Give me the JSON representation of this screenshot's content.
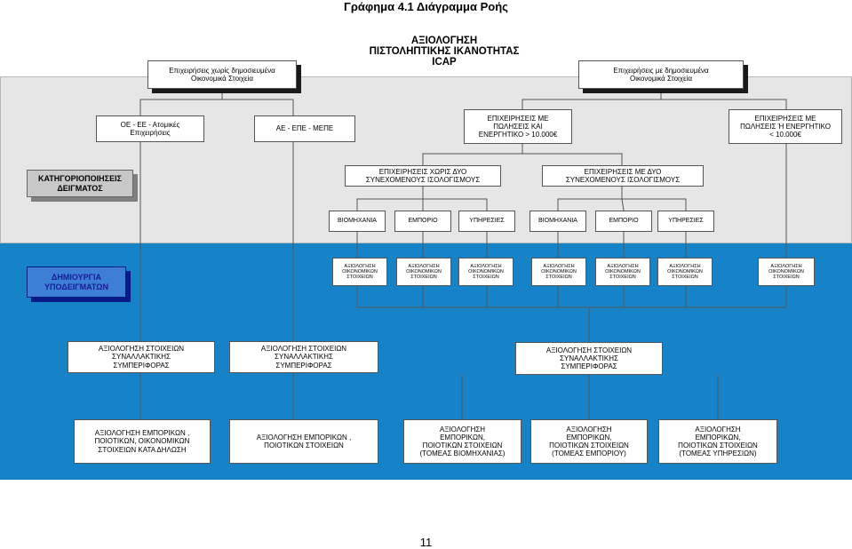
{
  "title": "Γράφημα 4.1 Διάγραμμα Ροής",
  "page_number": "11",
  "center_title": [
    "ΑΞΙΟΛΟΓΗΣΗ",
    "ΠΙΣΤΟΛΗΠΤΙΚΗΣ ΙΚΑΝΟΤΗΤΑΣ",
    "ICAP"
  ],
  "top_left_box": [
    "Επιχειρήσεις χωρίς δημοσιευμένα",
    "Οικονομικά Στοιχεία"
  ],
  "top_right_box": [
    "Επιχειρήσεις με δημοσιευμένα",
    "Οικονομικά Στοιχεία"
  ],
  "level2": {
    "oe_ee": [
      "ΟΕ - ΕΕ - Ατομικές",
      "Επιχειρήσεις"
    ],
    "ae_epe": [
      "ΑΕ - ΕΠΕ - ΜΕΠΕ"
    ],
    "sales_over": [
      "ΕΠΙΧΕΙΡΗΣΕΙΣ ΜΕ",
      "ΠΩΛΗΣΕΙΣ ΚΑΙ",
      "ΕΝΕΡΓΗΤΙΚΟ >  10.000€"
    ],
    "sales_under": [
      "ΕΠΙΧΕΙΡΗΣΕΙΣ ΜΕ",
      "ΠΩΛΗΣΕΙΣ Ή ΕΝΕΡΓΗΤΙΚΟ",
      "<  10.000€"
    ]
  },
  "categorization_label": [
    "ΚΑΤΗΓΟΡΙΟΠΟΙΗΣΕΙΣ",
    "ΔΕΙΓΜΑΤΟΣ"
  ],
  "without_balance": [
    "ΕΠΙΧΕΙΡΗΣΕΙΣ ΧΩΡΙΣ ΔΥΟ",
    "ΣΥΝΕΧΟΜΕΝΟΥΣ ΙΣΟΛΟΓΙΣΜΟΥΣ"
  ],
  "with_balance": [
    "ΕΠΙΧΕΙΡΗΣΕΙΣ ΜΕ ΔΥΟ",
    "ΣΥΝΕΧΟΜΕΝΟΥΣ ΙΣΟΛΟΓΙΣΜΟΥΣ"
  ],
  "sectors": [
    "ΒΙΟΜΗΧΑΝΙΑ",
    "ΕΜΠΟΡΙΟ",
    "ΥΠΗΡΕΣΙΕΣ",
    "ΒΙΟΜΗΧΑΝΙΑ",
    "ΕΜΠΟΡΙΟ",
    "ΥΠΗΡΕΣΙΕΣ"
  ],
  "sample_label": [
    "ΔΗΜΙΟΥΡΓΙΑ",
    "ΥΠΟΔΕΙΓΜΑΤΩΝ"
  ],
  "financial_eval": [
    "ΑΞΙΟΛΟΓΗΣΗ",
    "ΟΙΚΟΝΟΜΙΚΩΝ",
    "ΣΤΟΙΧΕΙΩΝ"
  ],
  "transaction_eval": [
    "ΑΞΙΟΛΟΓΗΣΗ ΣΤΟΙΧΕΙΩΝ",
    "ΣΥΝΑΛΛΑΚΤΙΚΗΣ",
    "ΣΥΜΠΕΡΙΦΟΡΑΣ"
  ],
  "bottom_boxes": [
    [
      "ΑΞΙΟΛΟΓΗΣΗ ΕΜΠΟΡΙΚΩΝ ,",
      "ΠΟΙΟΤΙΚΩΝ, ΟΙΚΟΝΟΜΙΚΩΝ",
      "ΣΤΟΙΧΕΙΩΝ ΚΑΤΑ ΔΗΛΩΣΗ"
    ],
    [
      "ΑΞΙΟΛΟΓΗΣΗ ΕΜΠΟΡΙΚΩΝ ,",
      "ΠΟΙΟΤΙΚΩΝ ΣΤΟΙΧΕΙΩΝ"
    ],
    [
      "ΑΞΙΟΛΟΓΗΣΗ",
      "ΕΜΠΟΡΙΚΩΝ,",
      "ΠΟΙΟΤΙΚΩΝ ΣΤΟΙΧΕΙΩΝ",
      "(ΤΟΜΕΑΣ ΒΙΟΜΗΧΑΝΙΑΣ)"
    ],
    [
      "ΑΞΙΟΛΟΓΗΣΗ",
      "ΕΜΠΟΡΙΚΩΝ,",
      "ΠΟΙΟΤΙΚΩΝ ΣΤΟΙΧΕΙΩΝ",
      "(ΤΟΜΕΑΣ ΕΜΠΟΡΙΟΥ)"
    ],
    [
      "ΑΞΙΟΛΟΓΗΣΗ",
      "ΕΜΠΟΡΙΚΩΝ,",
      "ΠΟΙΟΤΙΚΩΝ ΣΤΟΙΧΕΙΩΝ",
      "(ΤΟΜΕΑΣ ΥΠΗΡΕΣΙΩΝ)"
    ]
  ],
  "colors": {
    "top_band": "#e6e6e6",
    "bottom_band": "#1683c8",
    "sample_label_fill": "#3d7fd6"
  }
}
